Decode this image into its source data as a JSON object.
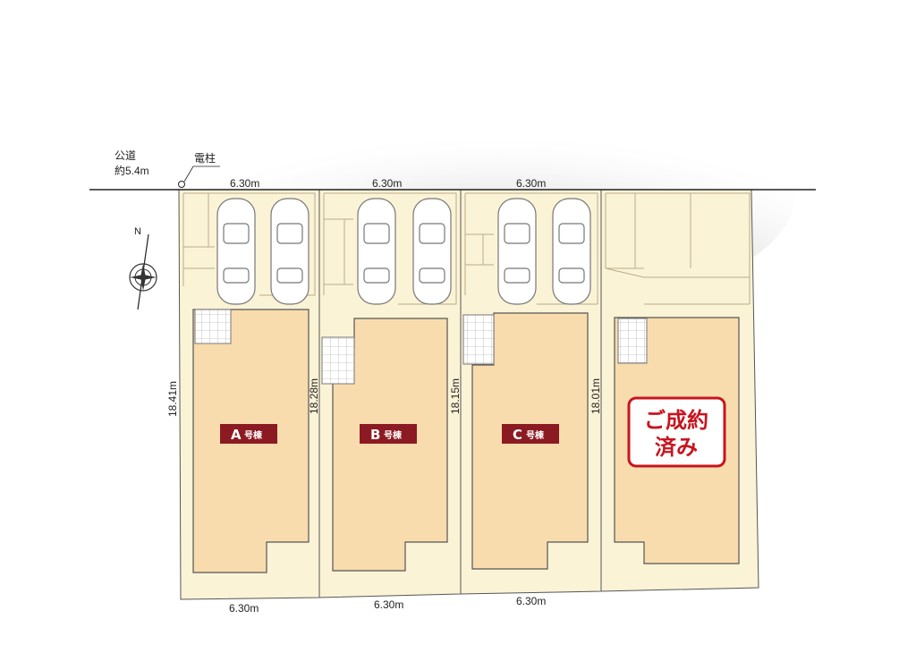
{
  "road": {
    "label": "公道",
    "width": "約5.4m"
  },
  "pole": {
    "label": "電柱"
  },
  "compass": {
    "north": "N"
  },
  "lots": [
    {
      "name": "A",
      "suffix": "号棟",
      "top_width": "6.30m",
      "bottom_width": "6.30m",
      "depth": "18.41m"
    },
    {
      "name": "B",
      "suffix": "号棟",
      "top_width": "6.30m",
      "bottom_width": "6.30m",
      "depth": "18.28m"
    },
    {
      "name": "C",
      "suffix": "号棟",
      "top_width": "6.30m",
      "bottom_width": "6.30m",
      "depth": "18.15m"
    },
    {
      "name": "",
      "suffix": "",
      "top_width": "",
      "bottom_width": "",
      "depth": "18.01m",
      "sold_line1": "ご成約",
      "sold_line2": "済み"
    }
  ],
  "colors": {
    "lot_fill": "#fbf3d6",
    "building_fill": "#f8dcae",
    "badge": "#8b1a22",
    "sold_red": "#c8141e",
    "line": "#333333"
  }
}
